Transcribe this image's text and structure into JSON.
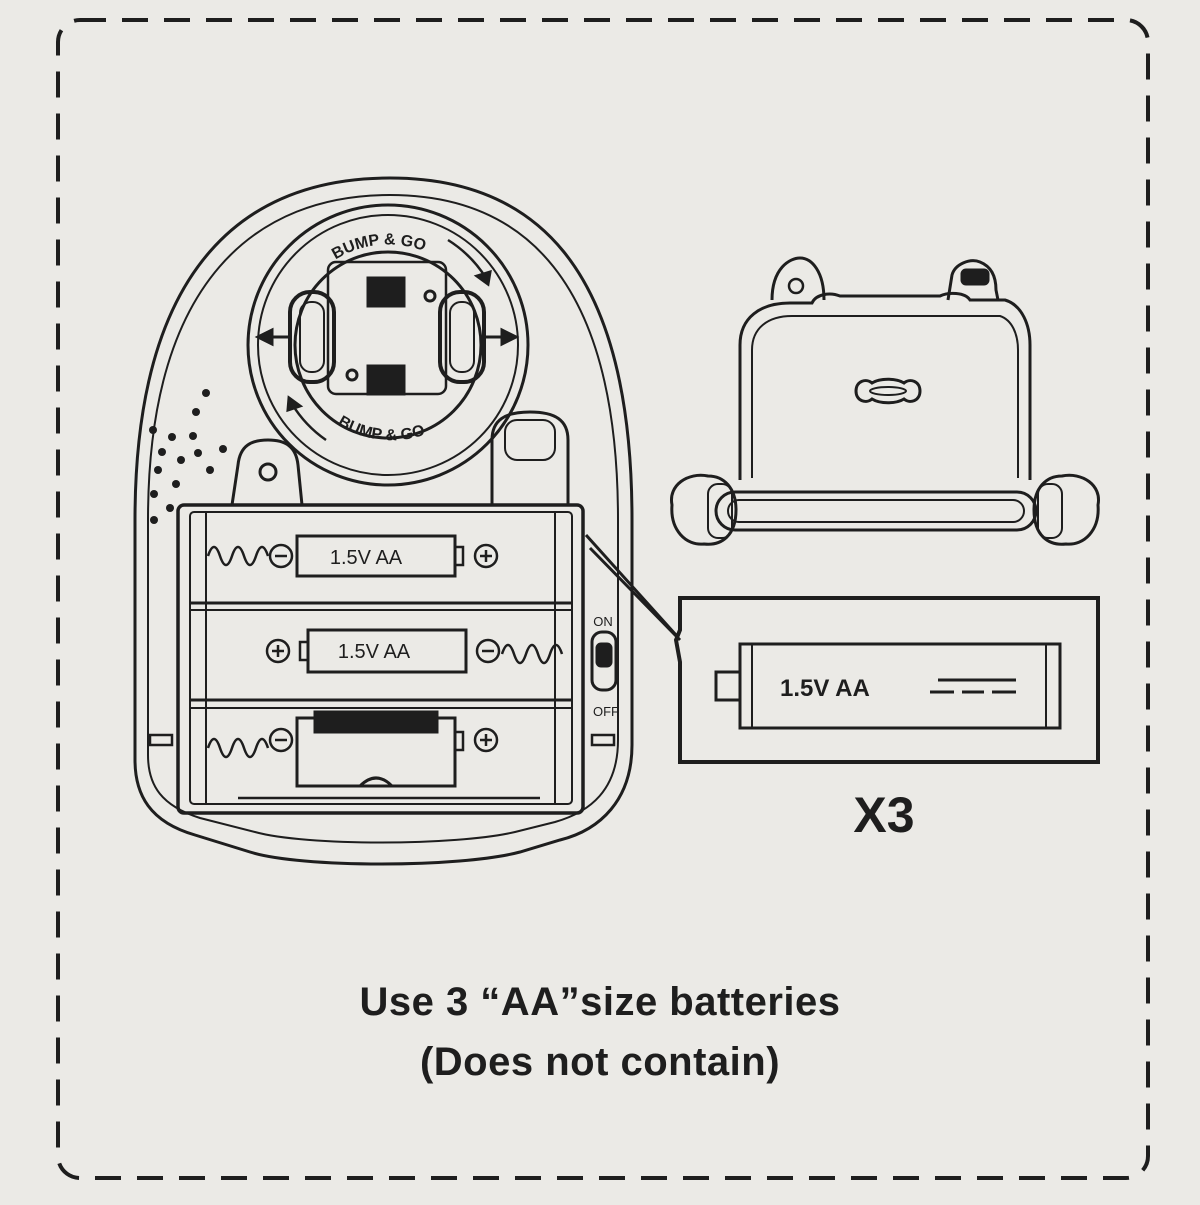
{
  "labels": {
    "battery_label": "1.5V AA",
    "switch_on": "ON",
    "switch_off": "OFF",
    "wheel_text_top": "BUMP & GO",
    "wheel_text_bottom": "BUMP & GO",
    "zoom_battery_label": "1.5V AA",
    "quantity": "X3"
  },
  "caption": {
    "line1": "Use 3 “AA”size batteries",
    "line2": "(Does not contain)"
  },
  "colors": {
    "paper": "#ebeae6",
    "ink": "#1e1e1e"
  }
}
